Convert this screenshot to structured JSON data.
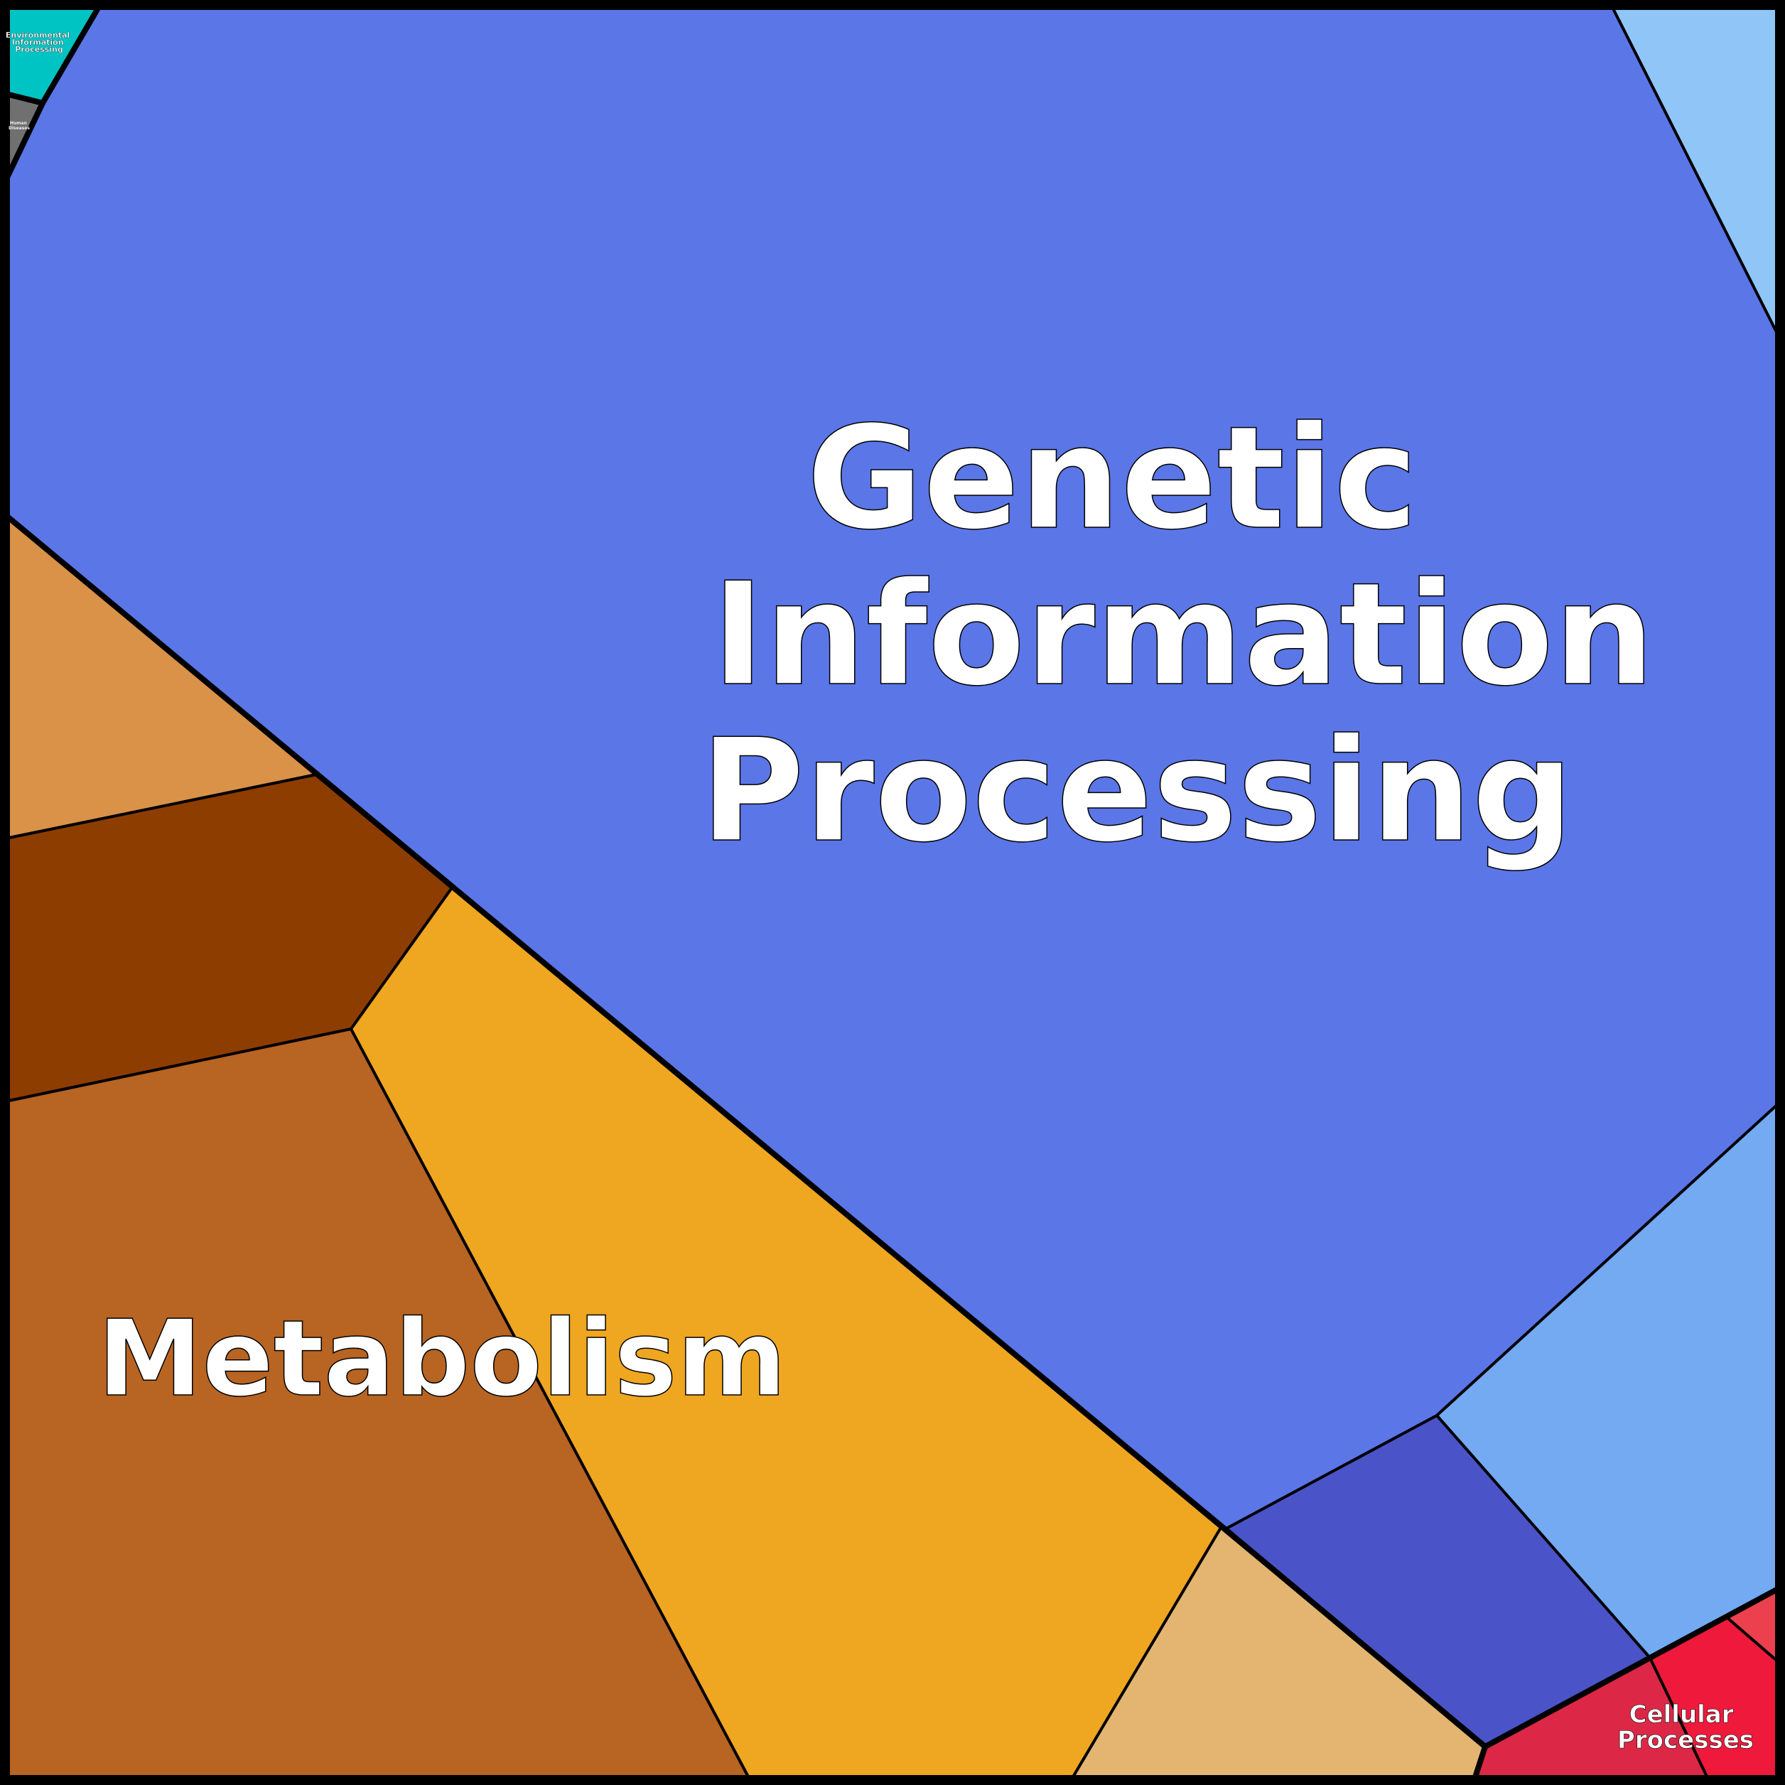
{
  "groups": {
    "genetic": {
      "label_lines": [
        "Genetic",
        "Information",
        "Processing"
      ],
      "color": "#5b76e7"
    },
    "metabolism": {
      "label_lines": [
        "Metabolism"
      ],
      "color": "#b86422"
    },
    "cellular": {
      "label_lines": [
        "Cellular",
        "Processes"
      ],
      "color": "#ef1a3b"
    },
    "environmental": {
      "label_lines": [
        "Environmental",
        "Information",
        "Processing"
      ],
      "color": "#00c4c4"
    },
    "human": {
      "label_lines": [
        "Human",
        "Diseases"
      ],
      "color": "#707070"
    }
  },
  "palette": {
    "genetic_main": "#5b76e7",
    "genetic_light": "#90c6f7",
    "genetic_mid": "#73aaf2",
    "genetic_dark": "#4a54c8",
    "metabolism_main": "#b86422",
    "metabolism_light": "#d99248",
    "metabolism_dark": "#8e3d00",
    "metabolism_gold": "#efa620",
    "metabolism_tan": "#e3b571",
    "cellular_main": "#ef1a3b",
    "cellular_alt": "#dc2846",
    "cellular_light": "#ec404e",
    "environmental": "#00c4c4",
    "human": "#707070"
  }
}
